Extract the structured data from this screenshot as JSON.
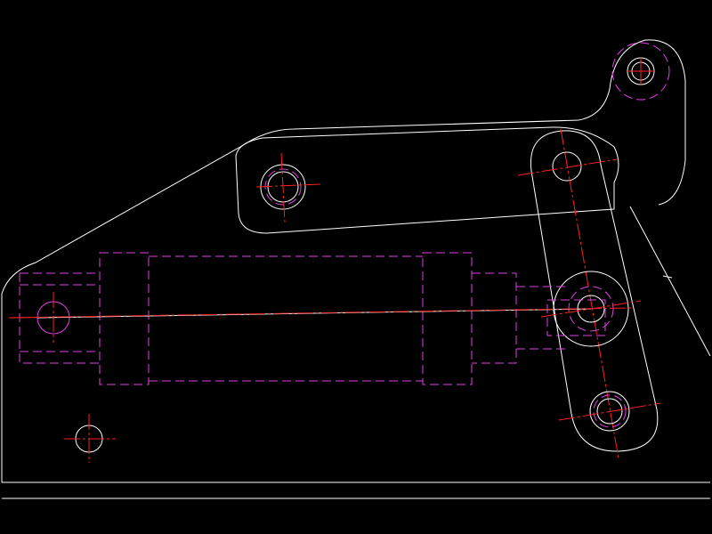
{
  "drawing": {
    "background": "#000000",
    "colors": {
      "outline": "#ffffff",
      "hidden_lines": "#e040e0",
      "center_lines": "#ff2020"
    },
    "components": [
      "base-plate",
      "swing-arm",
      "connecting-link",
      "hydraulic-cylinder",
      "pivot-pins",
      "mounting-hole"
    ],
    "text_labels": []
  }
}
